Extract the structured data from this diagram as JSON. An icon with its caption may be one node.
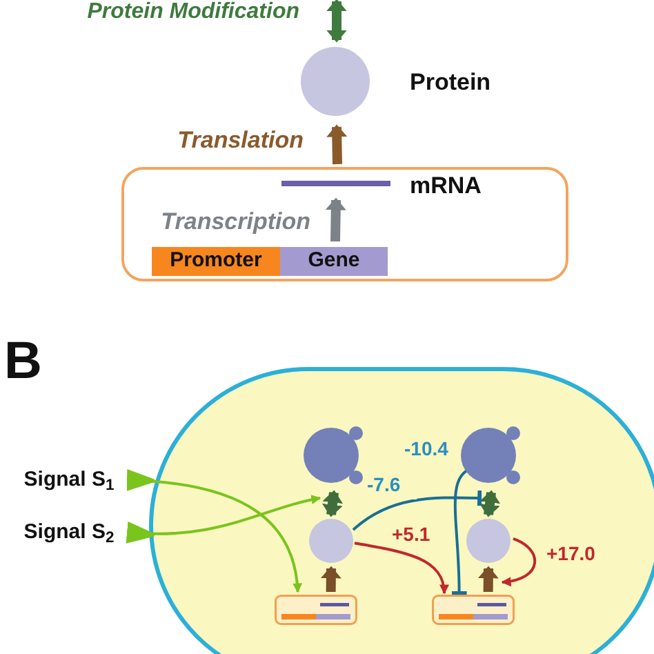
{
  "diagram": {
    "nodes": [
      {
        "text": [],
        "shape": "circle",
        "beside": [
          "Protein"
        ]
      },
      {
        "text": [],
        "shape": "box"
      },
      {
        "text": [],
        "shape": "bar",
        "in": 1,
        "beside": [
          "mRNA"
        ]
      },
      {
        "text": [
          "Promoter"
        ],
        "in": 1
      },
      {
        "text": [
          "Gene"
        ],
        "in": 1
      },
      {
        "text": [],
        "shape": "box"
      },
      {
        "text": [
          "Signal S$_{1}$"
        ]
      },
      {
        "text": [
          "Signal S$_{2}$"
        ]
      },
      {
        "text": [],
        "shape": "circle",
        "in": 5
      },
      {
        "text": [],
        "shape": "circle",
        "in": 5
      },
      {
        "text": [],
        "shape": "circle",
        "in": 5
      },
      {
        "text": [],
        "shape": "circle",
        "in": 5
      },
      {
        "text": [],
        "shape": "box",
        "in": 5
      },
      {
        "text": [],
        "shape": "box",
        "in": 5
      }
    ],
    "edges": [
      {
        "from": 4,
        "to": 2,
        "arrow": "to",
        "label": "Transcription",
        "color": "#7d8287"
      },
      {
        "from": 2,
        "to": 0,
        "arrow": "to",
        "label": "Translation",
        "color": "#8b5a2b"
      },
      {
        "from": 0,
        "to": null,
        "arrow": "both",
        "label": "Protein Modification",
        "color": "#3f7a3f"
      },
      {
        "from": 6,
        "to": 12,
        "arrow": "to",
        "color": "#7ac41e"
      },
      {
        "from": 7,
        "to": 10,
        "arrow": "to",
        "color": "#7ac41e"
      },
      {
        "from": 10,
        "to": 8,
        "arrow": "both",
        "color": "#3f6e3c"
      },
      {
        "from": 11,
        "to": 9,
        "arrow": "both",
        "color": "#3f6e3c"
      },
      {
        "from": 12,
        "to": 10,
        "arrow": "to",
        "color": "#7a4f2a"
      },
      {
        "from": 13,
        "to": 11,
        "arrow": "to",
        "color": "#7a4f2a"
      },
      {
        "from": 10,
        "to": 11,
        "arrow": "other",
        "label": "-7.6",
        "color": "#1a6f95"
      },
      {
        "from": 9,
        "to": 13,
        "arrow": "other",
        "label": "-10.4",
        "color": "#1a6f95"
      },
      {
        "from": 10,
        "to": 13,
        "arrow": "to",
        "label": "+5.1",
        "color": "#c1272d"
      },
      {
        "from": 11,
        "to": 13,
        "arrow": "to",
        "label": "+17.0",
        "color": "#c1272d"
      }
    ],
    "labels": [
      "B"
    ]
  }
}
